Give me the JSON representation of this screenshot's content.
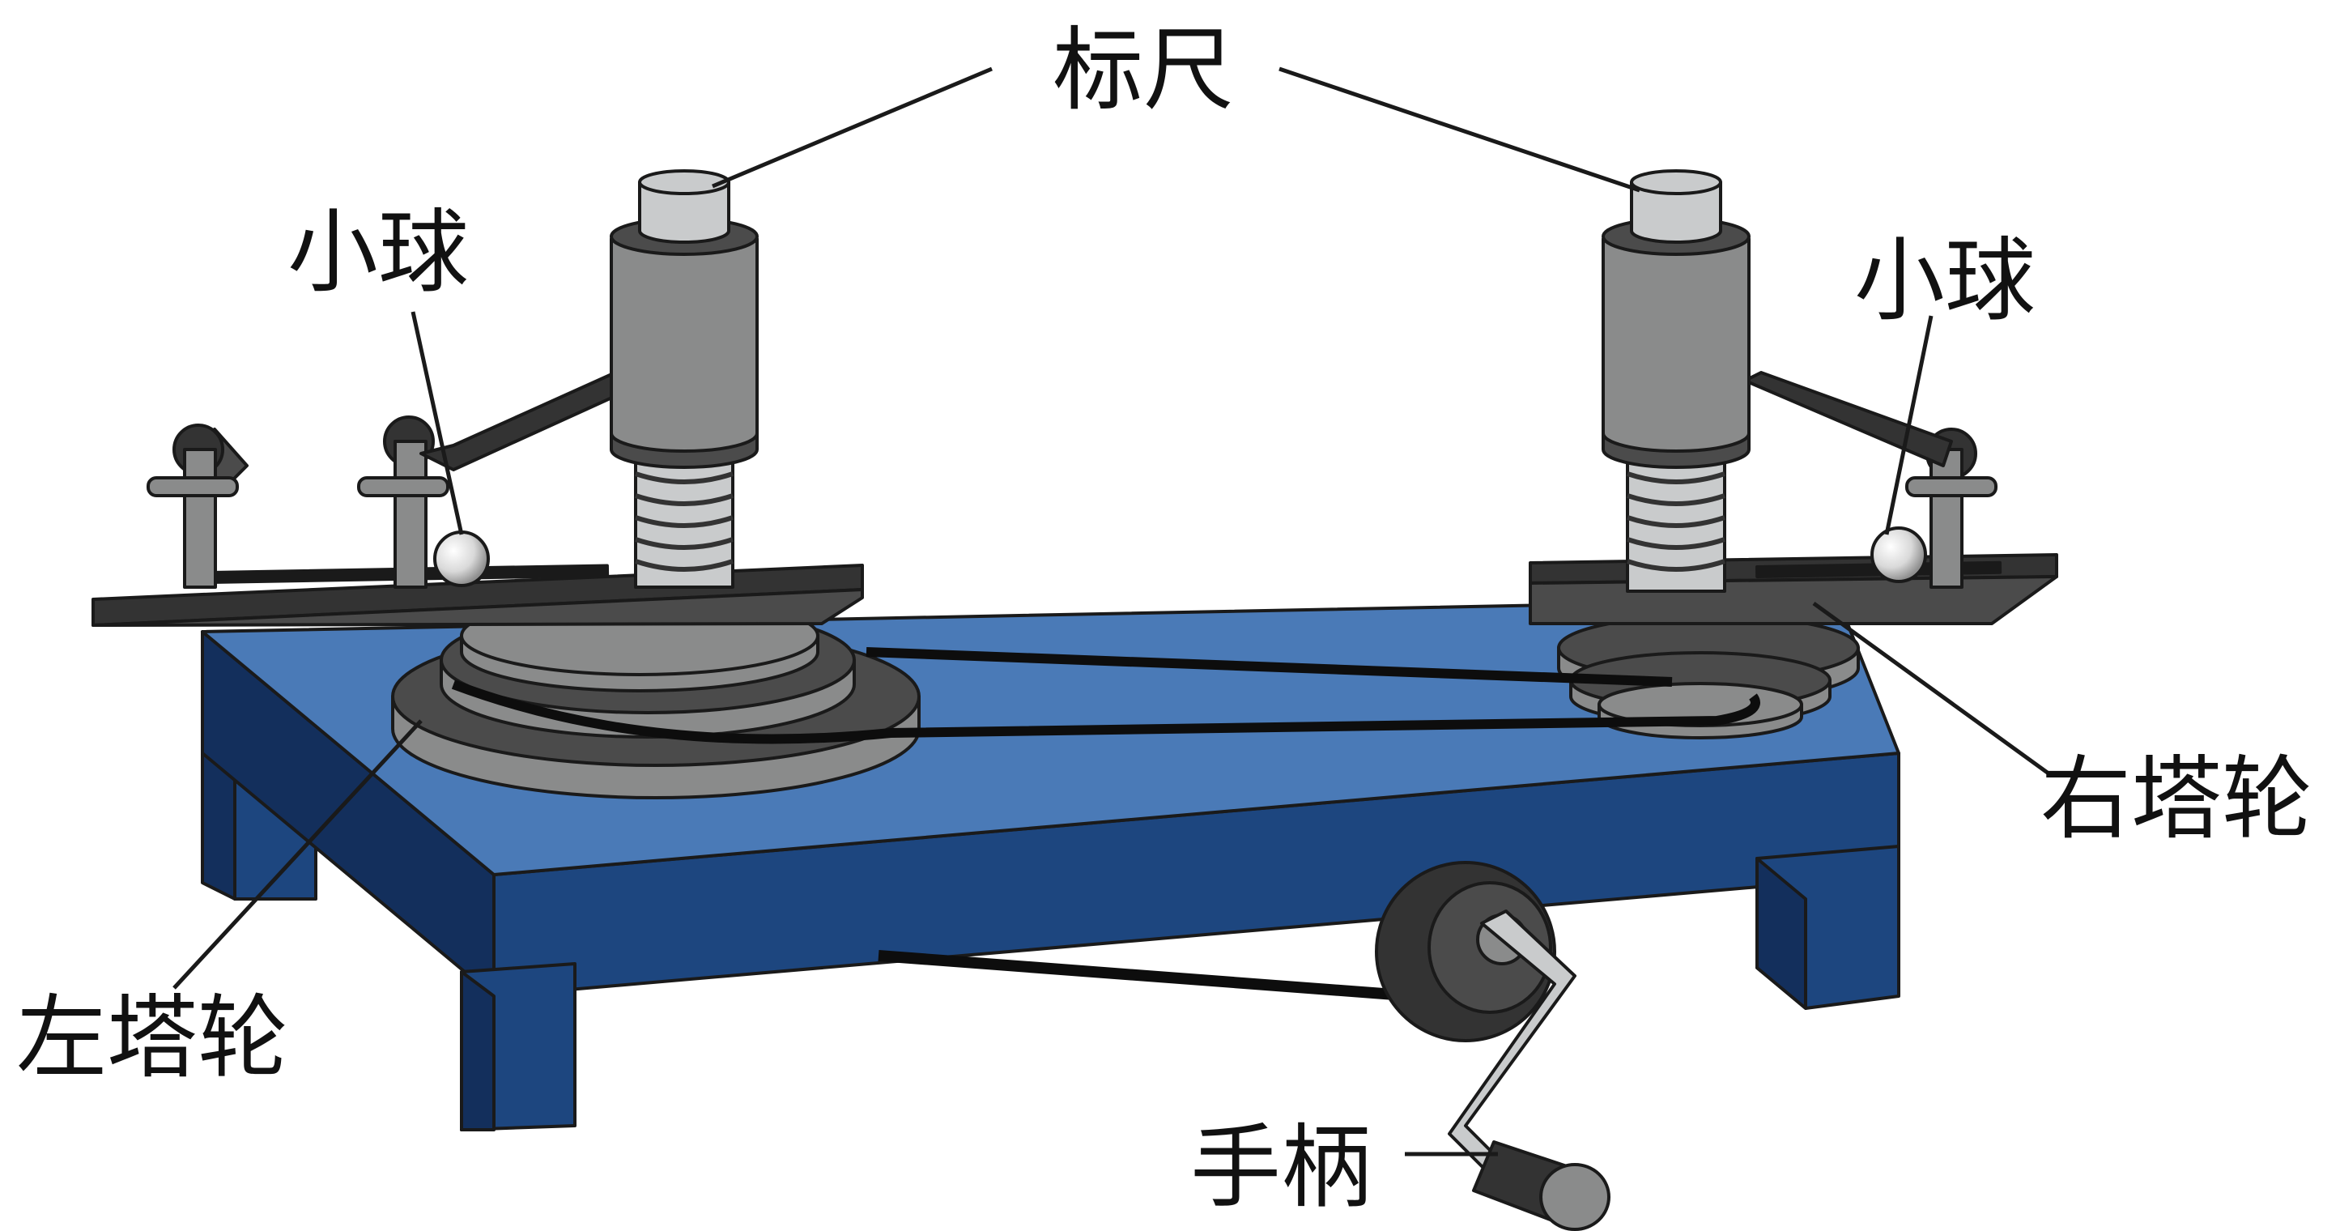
{
  "labels": {
    "ruler": "标尺",
    "ball_left": "小球",
    "ball_right": "小球",
    "right_tower_wheel": "右塔轮",
    "left_tower_wheel": "左塔轮",
    "handle": "手柄"
  },
  "colors": {
    "table_top": "#4a7ab7",
    "table_side": "#1d467f",
    "table_dark": "#132f5c",
    "metal_light": "#c9cbcc",
    "metal_mid": "#8a8b8b",
    "metal_dark": "#4b4b4b",
    "metal_darker": "#333333",
    "belt": "#0d0d0d",
    "ball": "#e6e6e6"
  }
}
